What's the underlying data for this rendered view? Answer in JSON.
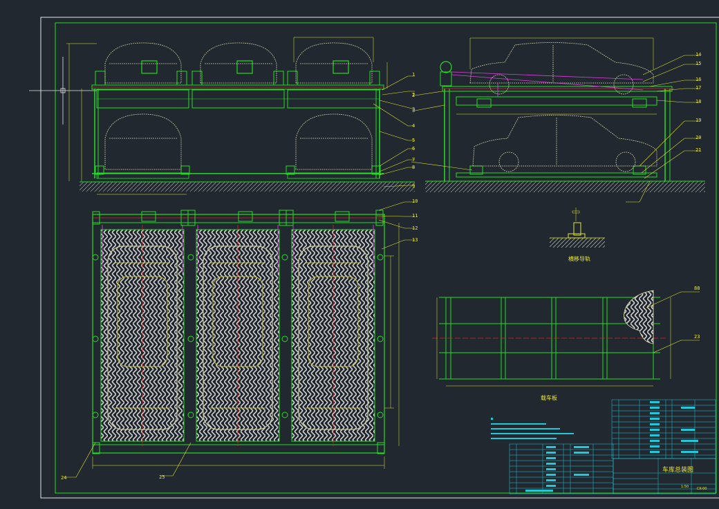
{
  "drawing": {
    "callouts_right_front": [
      "1",
      "2",
      "3",
      "4",
      "5",
      "6",
      "7",
      "8",
      "9"
    ],
    "callouts_side": [
      "14",
      "15",
      "16",
      "17",
      "18",
      "19",
      "20",
      "21"
    ],
    "callouts_side_left": [
      "2",
      "3"
    ],
    "callouts_plan": [
      "10",
      "11",
      "12",
      "13"
    ],
    "callouts_bottom": [
      "24",
      "25"
    ],
    "callouts_platform": [
      "88",
      "23"
    ],
    "rail_section_label": "横移导轨",
    "platform_label": "载车板",
    "title_block": {
      "drawing_name": "车库总装图",
      "drawing_no": "CK-00",
      "scale": "1:50"
    },
    "colors": {
      "background": "#212830",
      "frame": "#ffffff",
      "structure": "#22e022",
      "car_outline": "#c8c8a0",
      "callout": "#e8e830",
      "center_line": "#e02020",
      "cable": "#e040e0",
      "table": "#20c8d8"
    }
  }
}
